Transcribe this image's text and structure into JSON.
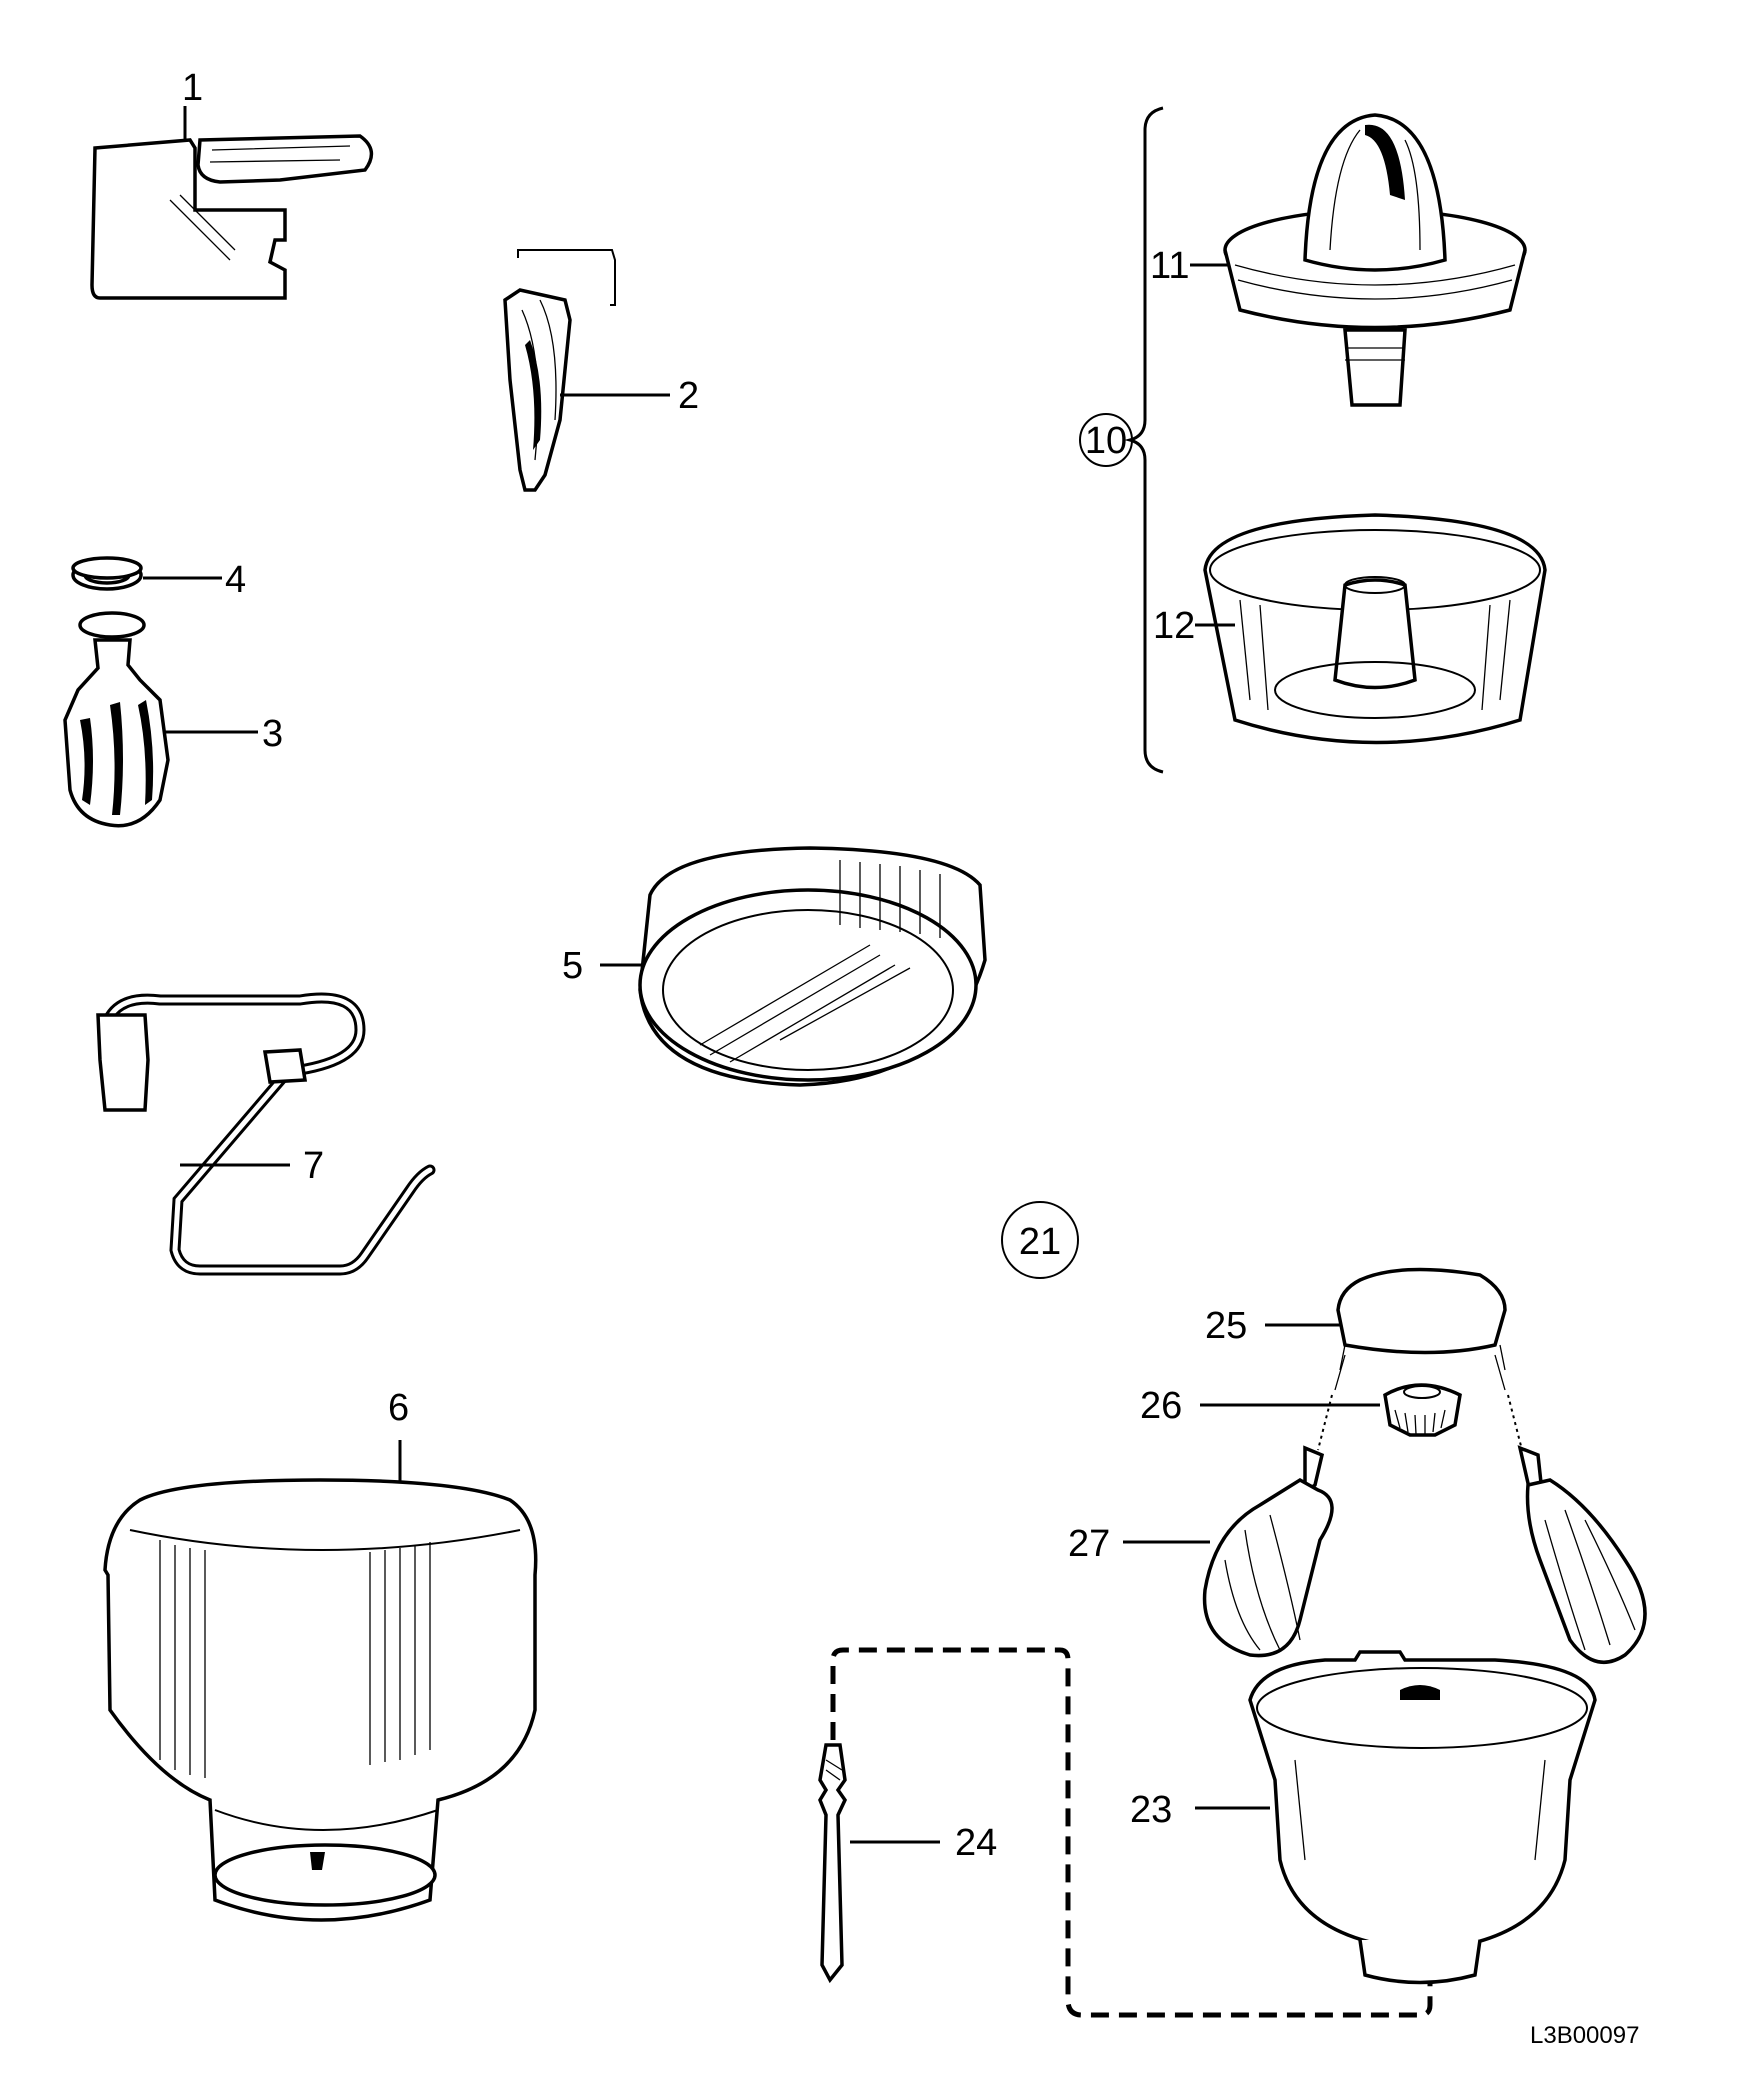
{
  "diagram": {
    "code": "L3B00097",
    "callouts": {
      "p1": "1",
      "p2": "2",
      "p3": "3",
      "p4": "4",
      "p5": "5",
      "p6": "6",
      "p7": "7",
      "p10": "10",
      "p11": "11",
      "p12": "12",
      "p21": "21",
      "p23": "23",
      "p24": "24",
      "p25": "25",
      "p26": "26",
      "p27": "27"
    }
  }
}
